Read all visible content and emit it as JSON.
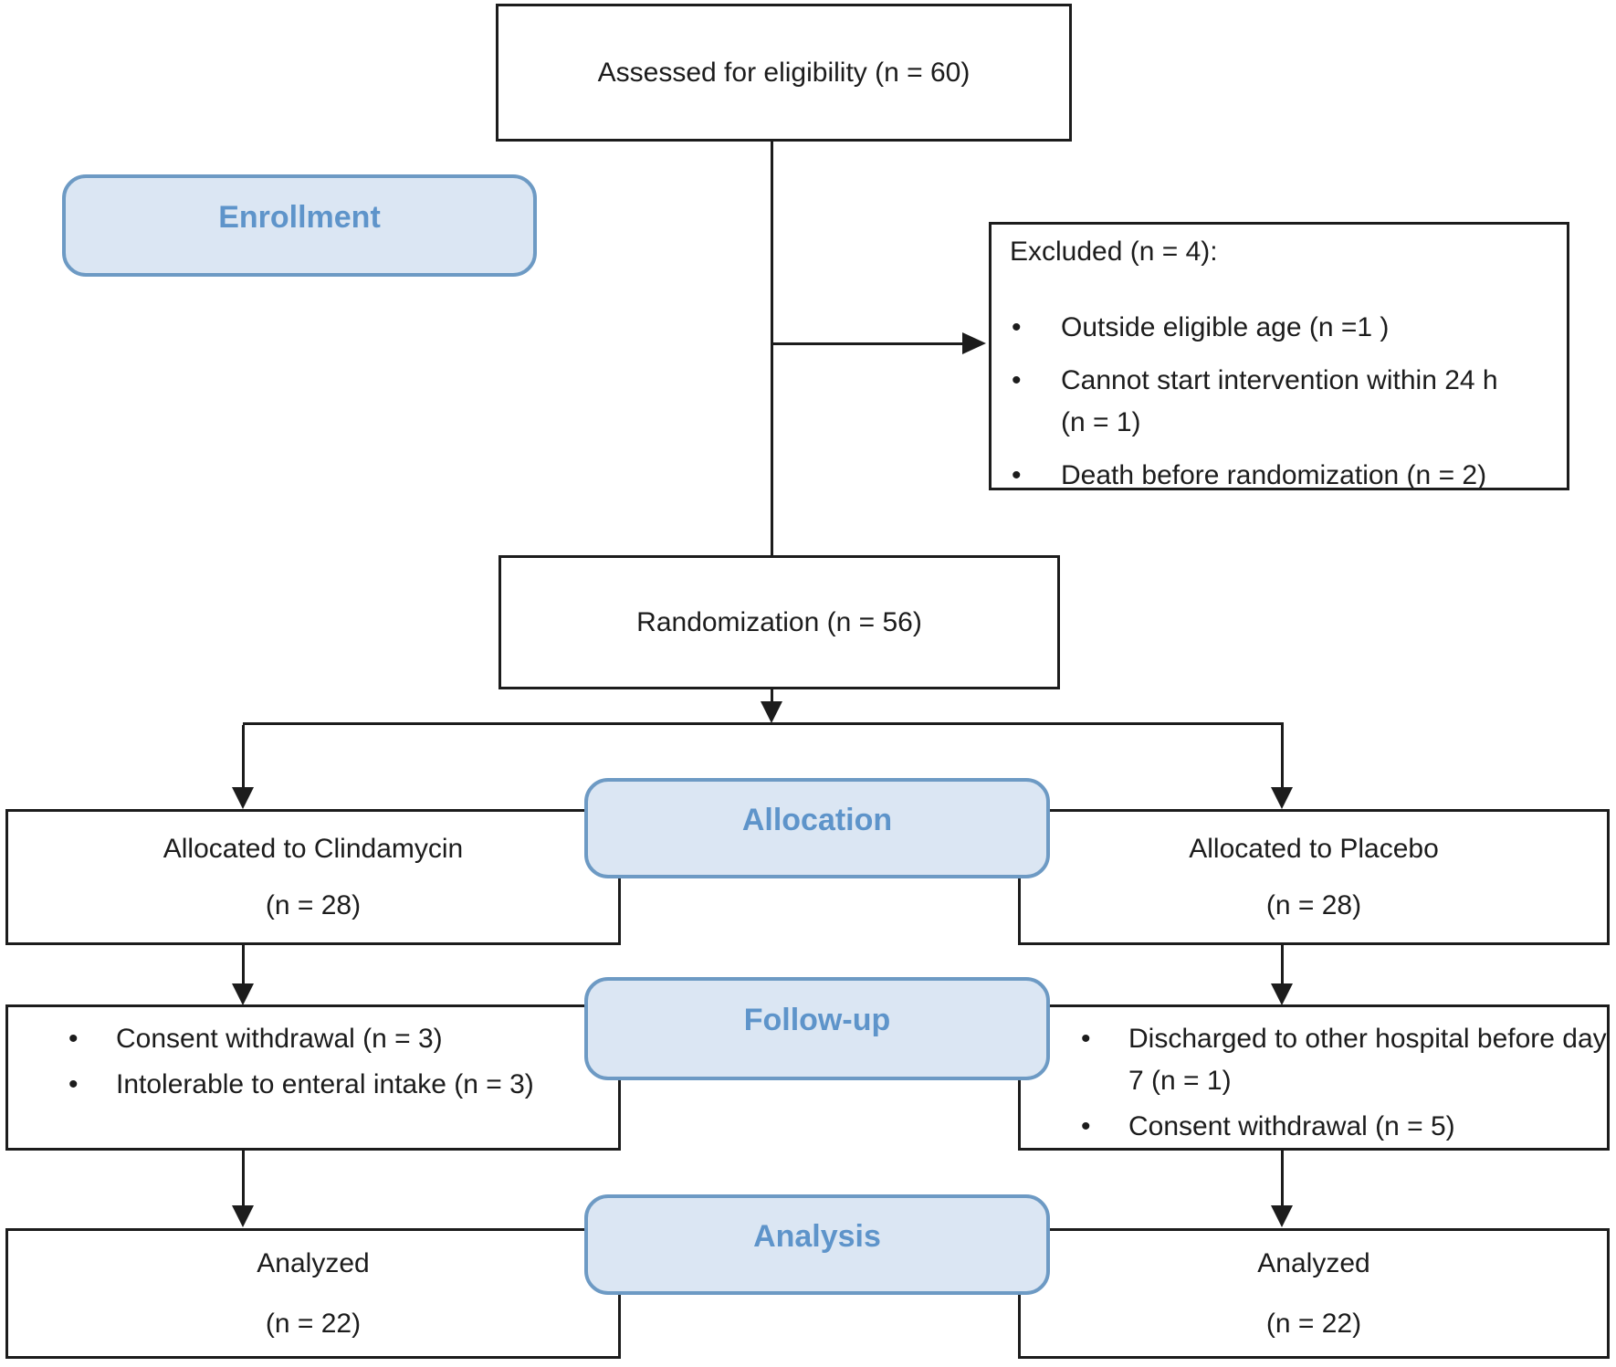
{
  "stages": {
    "enrollment": "Enrollment",
    "allocation": "Allocation",
    "followup": "Follow-up",
    "analysis": "Analysis"
  },
  "boxes": {
    "assessed": {
      "text": "Assessed for eligibility (n = 60)"
    },
    "excluded": {
      "title": "Excluded (n = 4):",
      "items": [
        "Outside eligible age (n =1 )",
        "Cannot start intervention within 24 h (n = 1)",
        "Death before randomization (n = 2)"
      ]
    },
    "randomization": {
      "text": "Randomization (n = 56)"
    },
    "allocation_left": {
      "line1": "Allocated to Clindamycin",
      "line2": "(n = 28)"
    },
    "allocation_right": {
      "line1": "Allocated to Placebo",
      "line2": "(n = 28)"
    },
    "followup_left": {
      "items": [
        "Consent withdrawal (n = 3)",
        "Intolerable to enteral intake (n = 3)"
      ]
    },
    "followup_right": {
      "items": [
        "Discharged to other hospital before day 7 (n = 1)",
        "Consent withdrawal (n = 5)"
      ]
    },
    "analysis_left": {
      "line1": "Analyzed",
      "line2": "(n = 22)"
    },
    "analysis_right": {
      "line1": "Analyzed",
      "line2": "(n = 22)"
    }
  },
  "colors": {
    "stage_fill": "#dbe6f3",
    "stage_border": "#6d9ac4",
    "stage_text": "#5e94ca",
    "line": "#1c1c1c"
  }
}
